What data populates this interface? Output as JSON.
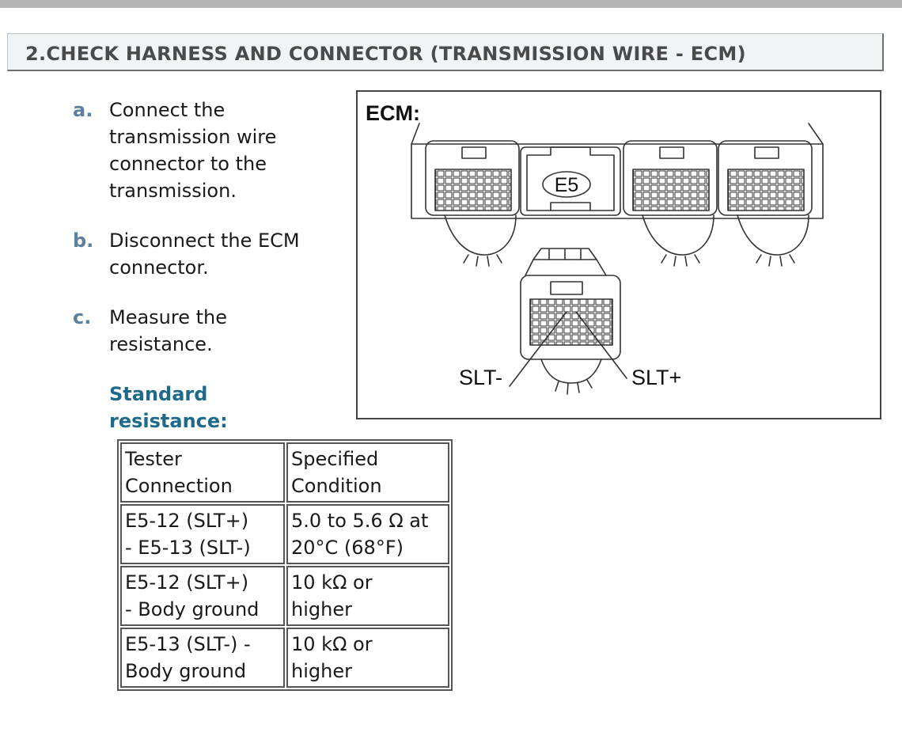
{
  "header": {
    "title": "2.CHECK HARNESS AND CONNECTOR (TRANSMISSION WIRE - ECM)"
  },
  "steps": [
    {
      "letter": "a.",
      "text": "Connect the\ntransmission wire\nconnector to the\ntransmission."
    },
    {
      "letter": "b.",
      "text": "Disconnect the ECM\nconnector."
    },
    {
      "letter": "c.",
      "text": "Measure the\nresistance."
    }
  ],
  "standard_label": "Standard\nresistance:",
  "table": {
    "headers": [
      "Tester\nConnection",
      "Specified\nCondition"
    ],
    "rows": [
      [
        "E5-12 (SLT+)\n- E5-13 (SLT-)",
        "5.0 to 5.6 Ω at\n20°C (68°F)"
      ],
      [
        "E5-12 (SLT+)\n- Body ground",
        "10 kΩ or\nhigher"
      ],
      [
        "E5-13 (SLT-) -\nBody ground",
        "10 kΩ or\nhigher"
      ]
    ]
  },
  "figure": {
    "heading": "ECM:",
    "connector_label": "E5",
    "pin_labels": {
      "minus": "SLT-",
      "plus": "SLT+"
    }
  }
}
